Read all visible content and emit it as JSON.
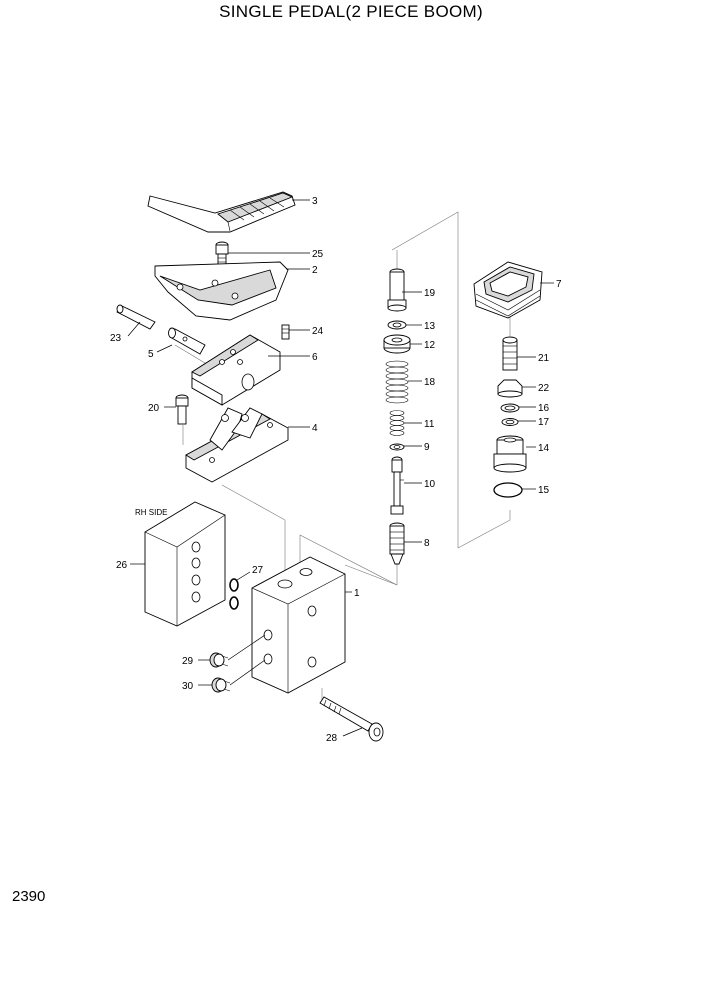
{
  "title": "SINGLE PEDAL(2 PIECE BOOM)",
  "page_number": "2390",
  "side_label": "RH SIDE",
  "callouts": [
    "1",
    "2",
    "3",
    "4",
    "5",
    "6",
    "7",
    "8",
    "9",
    "10",
    "11",
    "12",
    "13",
    "14",
    "15",
    "16",
    "17",
    "18",
    "19",
    "20",
    "21",
    "22",
    "23",
    "24",
    "25",
    "26",
    "27",
    "28",
    "29",
    "30"
  ]
}
